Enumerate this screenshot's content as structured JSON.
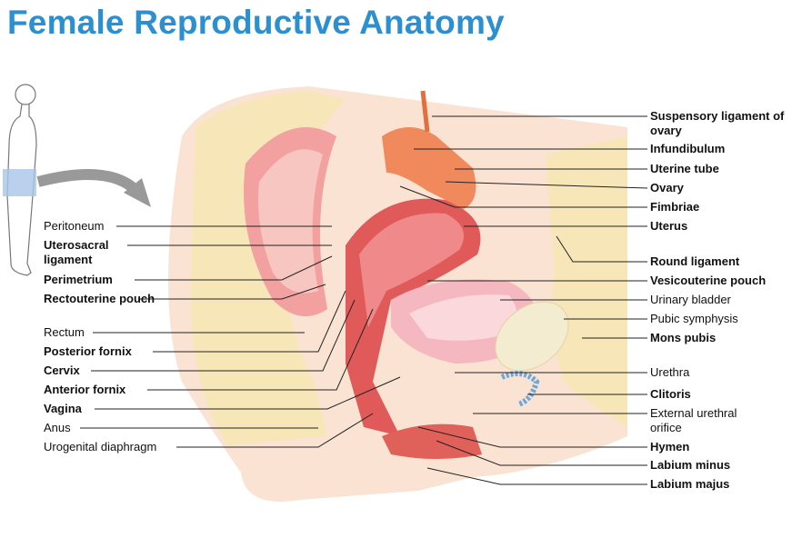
{
  "title": "Female Reproductive Anatomy",
  "labels_left": [
    {
      "text": "Peritoneum",
      "bold": false
    },
    {
      "text": "Uterosacral ligament",
      "bold": true
    },
    {
      "text": "Perimetrium",
      "bold": true
    },
    {
      "text": "Rectouterine pouch",
      "bold": true
    },
    {
      "text": "Rectum",
      "bold": false
    },
    {
      "text": "Posterior fornix",
      "bold": true
    },
    {
      "text": "Cervix",
      "bold": true
    },
    {
      "text": "Anterior fornix",
      "bold": true
    },
    {
      "text": "Vagina",
      "bold": true
    },
    {
      "text": "Anus",
      "bold": false
    },
    {
      "text": "Urogenital diaphragm",
      "bold": false
    }
  ],
  "labels_right": [
    {
      "text": "Suspensory ligament of ovary",
      "bold": true
    },
    {
      "text": "Infundibulum",
      "bold": true
    },
    {
      "text": "Uterine tube",
      "bold": true
    },
    {
      "text": "Ovary",
      "bold": true
    },
    {
      "text": "Fimbriae",
      "bold": true
    },
    {
      "text": "Uterus",
      "bold": true
    },
    {
      "text": "Round ligament",
      "bold": true
    },
    {
      "text": "Vesicouterine pouch",
      "bold": true
    },
    {
      "text": "Urinary bladder",
      "bold": false
    },
    {
      "text": "Pubic symphysis",
      "bold": false
    },
    {
      "text": "Mons pubis",
      "bold": true
    },
    {
      "text": "Urethra",
      "bold": false
    },
    {
      "text": "Clitoris",
      "bold": true
    },
    {
      "text": "External urethral orifice",
      "bold": false
    },
    {
      "text": "Hymen",
      "bold": true
    },
    {
      "text": "Labium minus",
      "bold": true
    },
    {
      "text": "Labium majus",
      "bold": true
    }
  ],
  "colors": {
    "title": "#2c8fd0",
    "skin": "#fbe3d3",
    "fat": "#f7e6b8",
    "muscle": "#e56a6a",
    "organ": "#f08a5d"
  }
}
